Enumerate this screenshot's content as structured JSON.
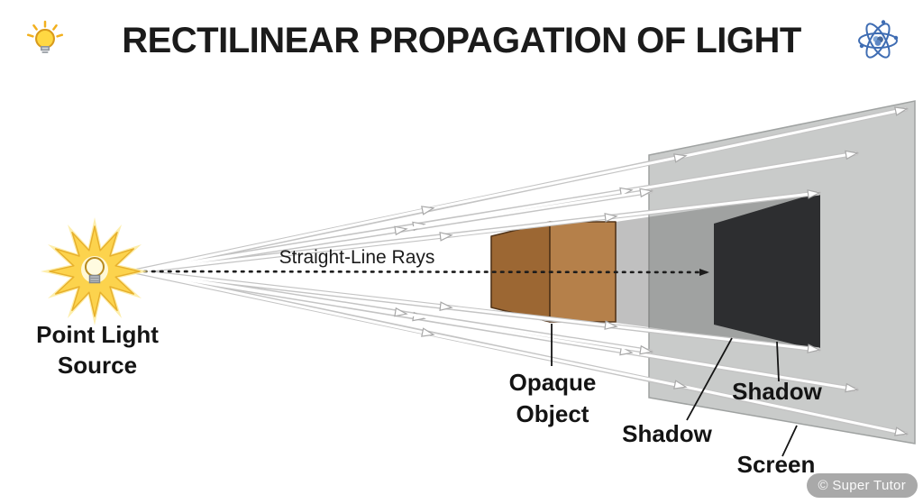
{
  "header": {
    "title": "RECTILINEAR PROPAGATION OF LIGHT"
  },
  "diagram": {
    "source_label_line1": "Point Light",
    "source_label_line2": "Source",
    "rays_label": "Straight-Line Rays",
    "object_label_line1": "Opaque",
    "object_label_line2": "Object",
    "shadow_label_left": "Shadow",
    "shadow_label_right": "Shadow",
    "screen_label": "Screen",
    "colors": {
      "screen": "#c9cbca",
      "screen_border": "#9fa2a1",
      "umbra": "#2d2e30",
      "penumbra": "rgba(105,105,105,0.42)",
      "object_front": "#b5804a",
      "object_side": "#9c6733",
      "object_outline": "#53351a",
      "star_fill": "#fcd34d",
      "star_glow": "#fdeb9e",
      "star_stroke": "#e7b02c",
      "ray_outline": "#bfbfbf",
      "atom_accent": "#3f6db3"
    }
  },
  "watermark": "© Super Tutor"
}
